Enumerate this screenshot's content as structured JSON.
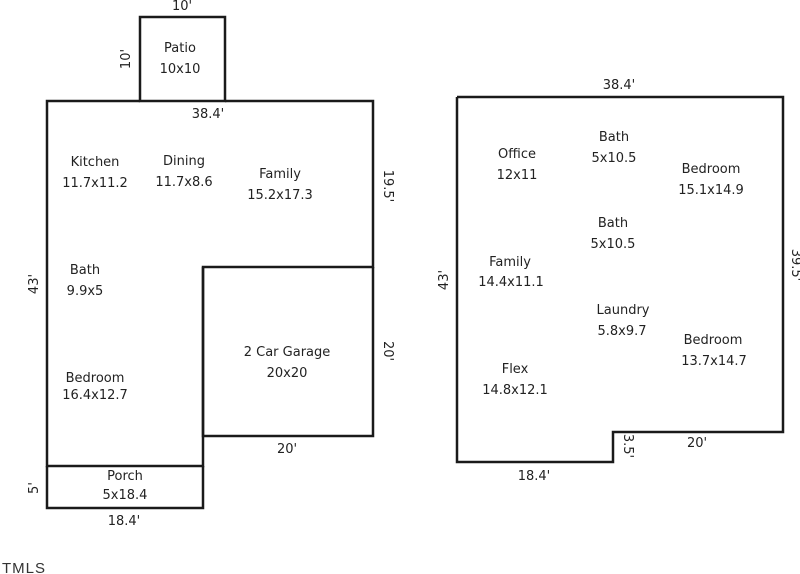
{
  "first_floor": {
    "patio": {
      "name": "Patio",
      "size": "10x10",
      "dim_top": "10'",
      "dim_left": "10'"
    },
    "dims": {
      "top": "38.4'",
      "left": "43'",
      "right_upper": "19.5'",
      "right_garage": "20'",
      "garage_bottom": "20'",
      "porch_left": "5'",
      "porch_bottom": "18.4'"
    },
    "rooms": {
      "kitchen": {
        "name": "Kitchen",
        "size": "11.7x11.2"
      },
      "dining": {
        "name": "Dining",
        "size": "11.7x8.6"
      },
      "family": {
        "name": "Family",
        "size": "15.2x17.3"
      },
      "bath": {
        "name": "Bath",
        "size": "9.9x5"
      },
      "bedroom": {
        "name": "Bedroom",
        "size": "16.4x12.7"
      },
      "garage": {
        "name": "2 Car Garage",
        "size": "20x20"
      },
      "porch": {
        "name": "Porch",
        "size": "5x18.4"
      }
    }
  },
  "second_floor": {
    "dims": {
      "top": "38.4'",
      "left": "43'",
      "right": "39.5'",
      "notch_height": "3.5'",
      "bottom_right": "20'",
      "bottom_left": "18.4'"
    },
    "rooms": {
      "office": {
        "name": "Office",
        "size": "12x11"
      },
      "bath1": {
        "name": "Bath",
        "size": "5x10.5"
      },
      "bedroom1": {
        "name": "Bedroom",
        "size": "15.1x14.9"
      },
      "bath2": {
        "name": "Bath",
        "size": "5x10.5"
      },
      "family": {
        "name": "Family",
        "size": "14.4x11.1"
      },
      "laundry": {
        "name": "Laundry",
        "size": "5.8x9.7"
      },
      "bedroom2": {
        "name": "Bedroom",
        "size": "13.7x14.7"
      },
      "flex": {
        "name": "Flex",
        "size": "14.8x12.1"
      }
    }
  },
  "watermark": "TMLS"
}
